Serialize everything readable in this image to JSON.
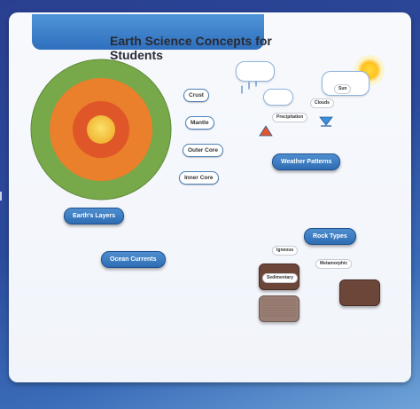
{
  "title": "Earth Science Concepts for Students",
  "layers": {
    "heading": "Earth's Layers",
    "items": [
      "Crust",
      "Mantle",
      "Outer Core",
      "Inner Core"
    ]
  },
  "weather": {
    "heading": "Weather Patterns",
    "items": [
      "Sun",
      "Clouds",
      "Precipitation"
    ]
  },
  "ocean": {
    "heading": "Ocean Currents"
  },
  "rocks": {
    "heading": "Rock Types",
    "items": [
      "Igneous",
      "Sedimentary",
      "Metamorphic"
    ]
  },
  "colors": {
    "crust": "#77a94a",
    "mantle": "#ea7f2c",
    "outer_core": "#df5629",
    "inner_core": "#f4c342",
    "accent": "#3a78c0",
    "rock": "#6b4639"
  }
}
